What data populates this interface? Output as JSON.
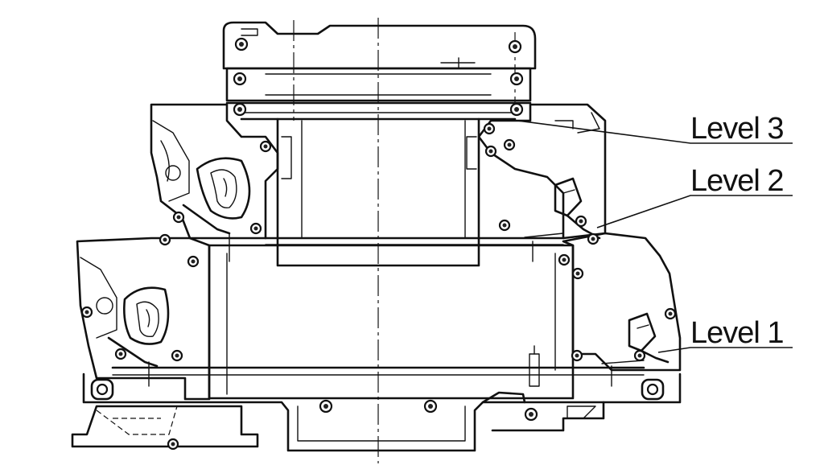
{
  "labels": {
    "level3": "Level 3",
    "level2": "Level 2",
    "level1": "Level 1"
  },
  "colors": {
    "line": "#111111",
    "background": "#ffffff"
  }
}
